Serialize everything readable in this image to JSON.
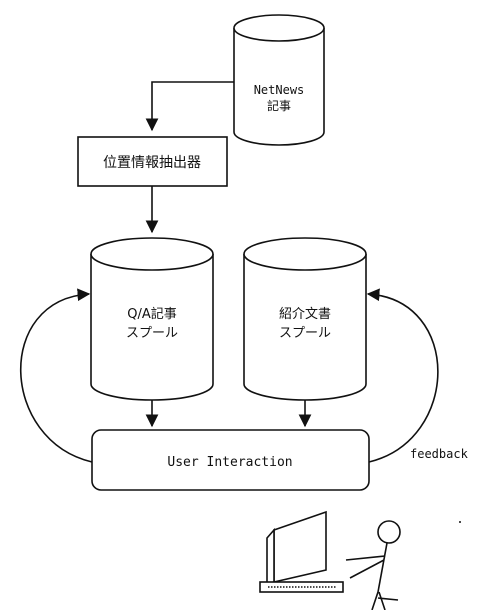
{
  "netnews_db": {
    "line1": "NetNews",
    "line2": "記事"
  },
  "extractor": {
    "label": "位置情報抽出器"
  },
  "qa_spool": {
    "line1": "Q/A記事",
    "line2": "スプール"
  },
  "intro_spool": {
    "line1": "紹介文書",
    "line2": "スプール"
  },
  "user_interaction": {
    "label": "User Interaction"
  },
  "feedback": {
    "label": "feedback"
  }
}
